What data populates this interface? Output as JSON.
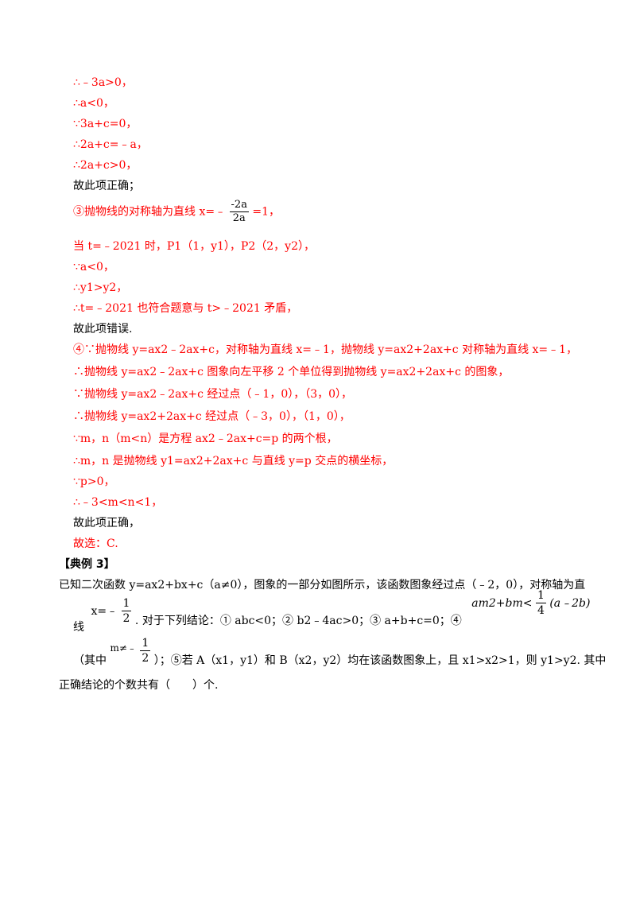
{
  "solution_lines": [
    "∴﹣3a>0，",
    "∴a<0，",
    "∵3a+c=0，",
    "∴2a+c=﹣a，",
    "∴2a+c>0，",
    "故此项正确；"
  ],
  "item3": {
    "prefix": "③抛物线的对称轴为直线 x=﹣",
    "frac_num": "-2a",
    "frac_den": "2a",
    "suffix": "=1，",
    "l2": "当 t=﹣2021 时，P1（1，y1），P2（2，y2），",
    "l3": "∵a<0，",
    "l4": "∴y1>y2，",
    "l5": "∴t=﹣2021 也符合题意与 t>﹣2021 矛盾，",
    "l6": "故此项错误."
  },
  "item4": [
    "④∵抛物线 y=ax2﹣2ax+c，对称轴为直线 x=﹣1，抛物线 y=ax2+2ax+c 对称轴为直线 x=﹣1，",
    "∴抛物线 y=ax2﹣2ax+c 图象向左平移 2 个单位得到抛物线 y=ax2+2ax+c 的图象，",
    "∵抛物线 y=ax2﹣2ax+c 经过点（﹣1，0），（3，0），",
    "∴抛物线 y=ax2+2ax+c 经过点（﹣3，0），（1，0），",
    "∵m，n（m<n）是方程 ax2﹣2ax+c=p 的两个根，",
    "∴m，n 是抛物线 y1=ax2+2ax+c 与直线 y=p 交点的横坐标，",
    "∵p>0，",
    "∴﹣3<m<n<1，",
    "故此项正确，",
    "故选：C."
  ],
  "example": {
    "heading": "【典例 3】",
    "l1": "已知二次函数 y=ax2+bx+c（a≠0），图象的一部分如图所示，该函数图象经过点（﹣2，0），对称轴为直",
    "l2_pre": "线",
    "l2_x": "x=﹣",
    "l2_half_num": "1",
    "l2_half_den": "2",
    "l2_mid": ". 对于下列结论：① abc<0；② b2﹣4ac>0；③ a+b+c=0；④",
    "l2_ineq_left": "am2+bm<",
    "l2_ineq_num": "1",
    "l2_ineq_den": "4",
    "l2_ineq_right": "(a﹣2b)",
    "l3_pre": "（其中",
    "l3_m": "m≠﹣",
    "l3_num": "1",
    "l3_den": "2",
    "l3_post": "）；⑤若 A（x1，y1）和 B（x2，y2）均在该函数图象上，且 x1>x2>1，则 y1>y2. 其中",
    "l4": "正确结论的个数共有（　　）个."
  }
}
